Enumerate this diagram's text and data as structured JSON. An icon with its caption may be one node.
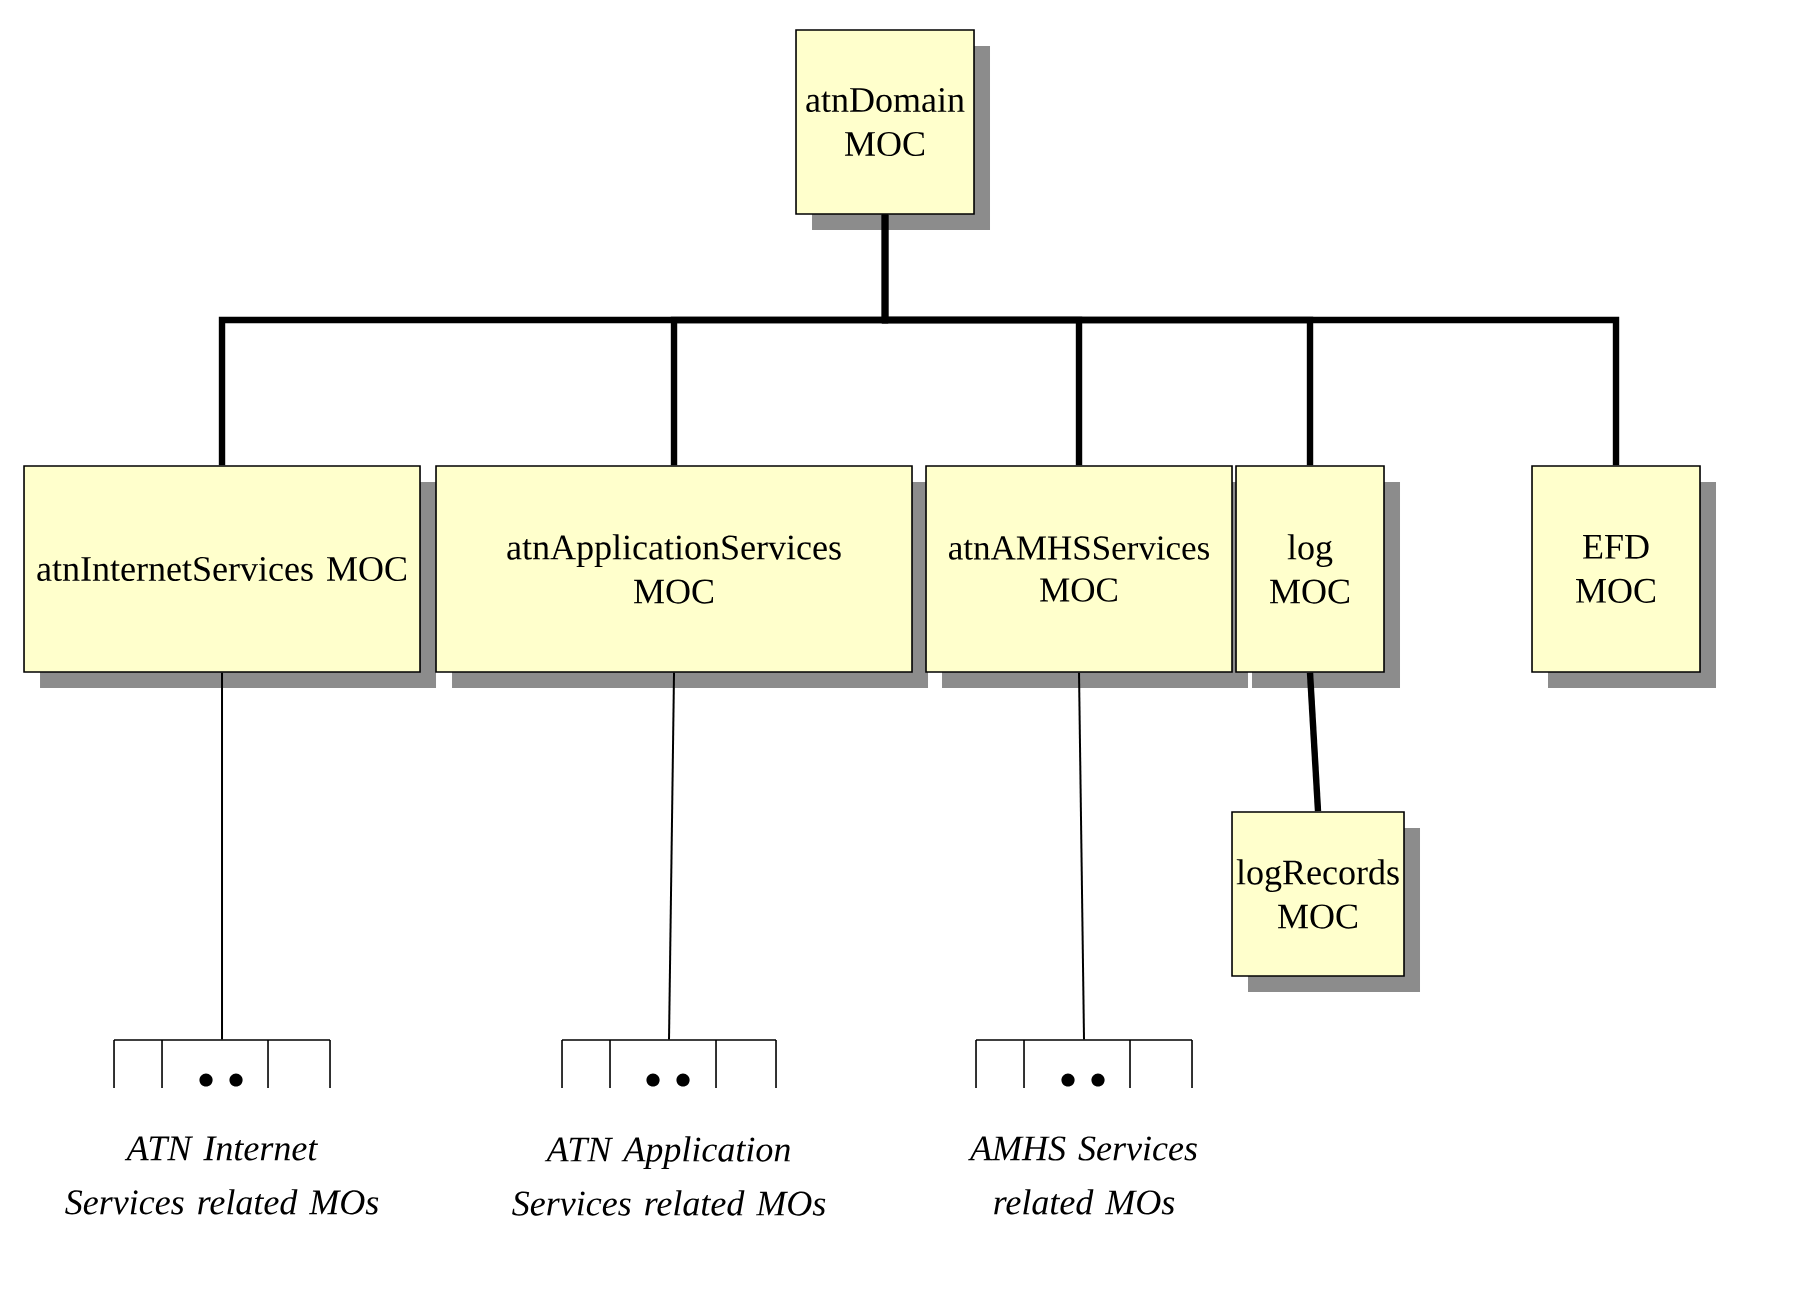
{
  "diagram": {
    "nodes": [
      {
        "text": [
          "atnDomain MOC"
        ]
      },
      {
        "text": [
          "atnInternetServices MOC"
        ]
      },
      {
        "text": [
          "atnApplicationServices MOC"
        ]
      },
      {
        "text": [
          "atnAMHSServices MOC"
        ]
      },
      {
        "text": [
          "log MOC"
        ]
      },
      {
        "text": [
          "EFD MOC"
        ]
      },
      {
        "text": [
          "logRecords MOC"
        ]
      },
      {
        "text": [],
        "shape": "box",
        "beside": [
          "ATN Internet Services related MOs"
        ]
      },
      {
        "text": [],
        "shape": "box",
        "beside": [
          "ATN Application Services related MOs"
        ]
      },
      {
        "text": [],
        "shape": "box",
        "beside": [
          "AMHS Services related MOs"
        ]
      }
    ],
    "edges": [
      {
        "from": 0,
        "to": 1,
        "arrow": "none"
      },
      {
        "from": 0,
        "to": 2,
        "arrow": "none"
      },
      {
        "from": 0,
        "to": 3,
        "arrow": "none"
      },
      {
        "from": 0,
        "to": 4,
        "arrow": "none"
      },
      {
        "from": 0,
        "to": 5,
        "arrow": "none"
      },
      {
        "from": 4,
        "to": 6,
        "arrow": "none"
      },
      {
        "from": 1,
        "to": 7,
        "arrow": "none"
      },
      {
        "from": 2,
        "to": 8,
        "arrow": "none"
      },
      {
        "from": 3,
        "to": 9,
        "arrow": "none"
      }
    ]
  }
}
